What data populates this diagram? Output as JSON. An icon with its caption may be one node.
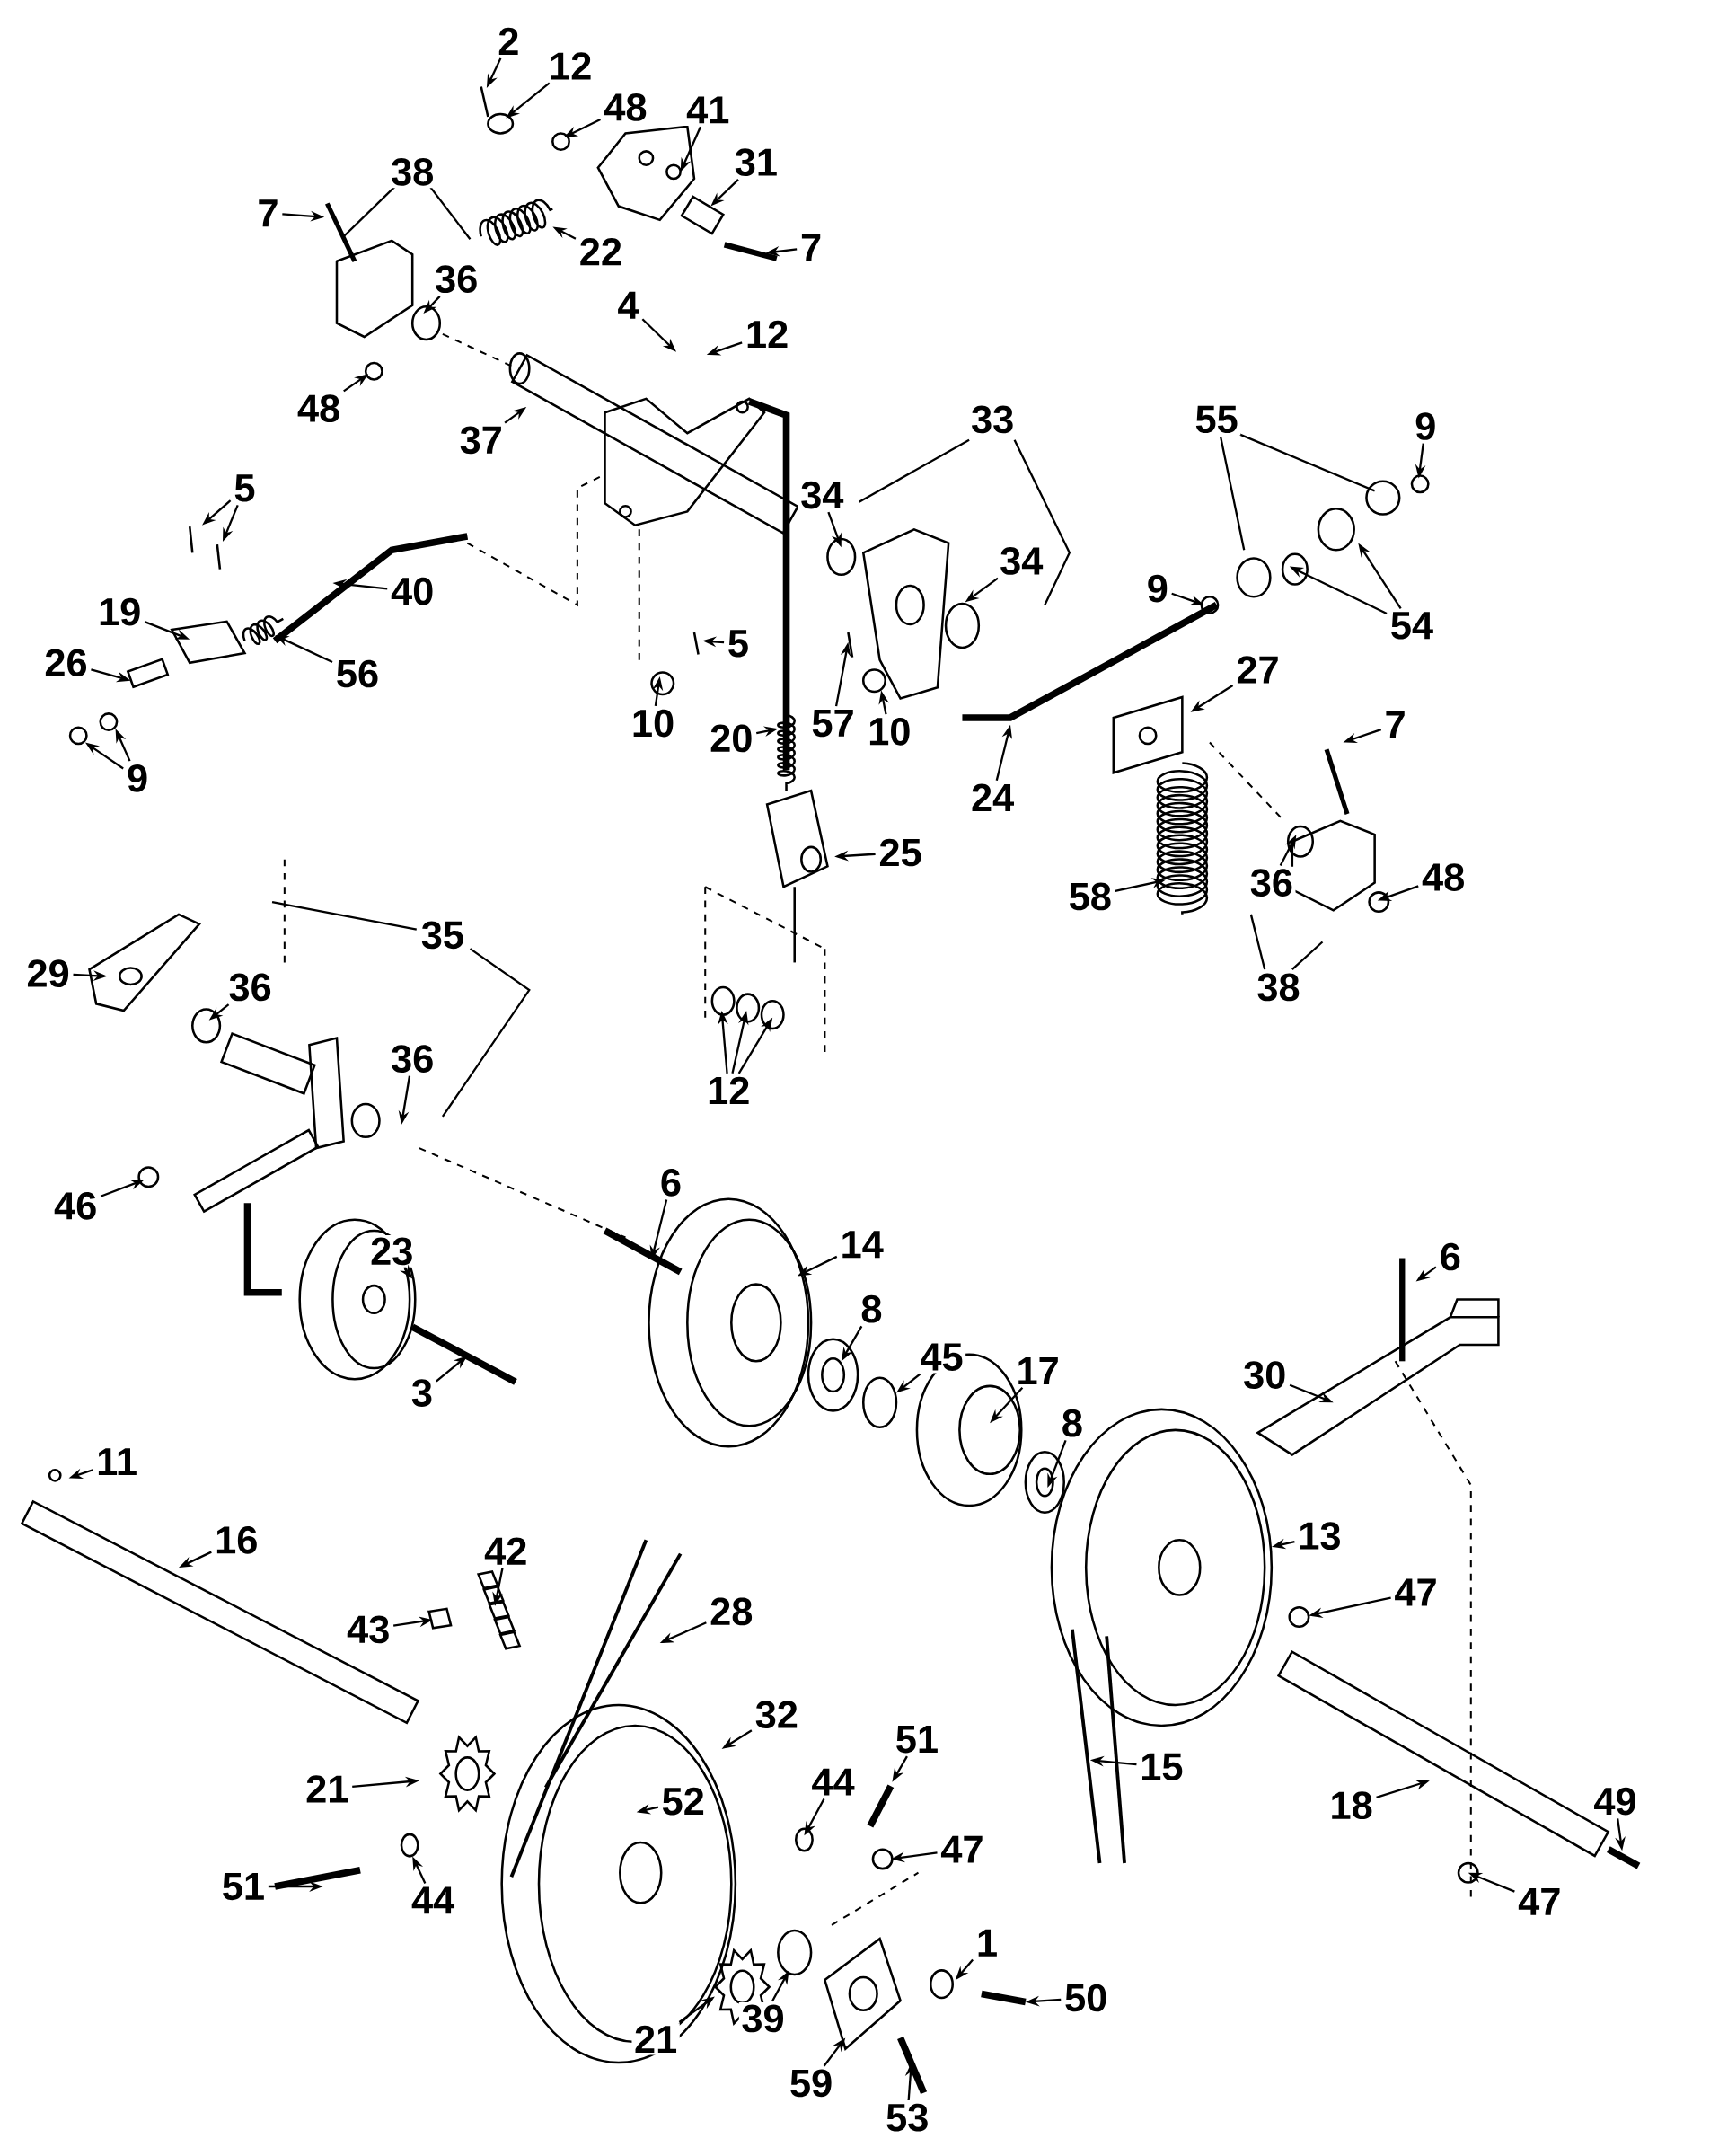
{
  "diagram": {
    "nodes": [
      {
        "text": [
          "2"
        ]
      },
      {
        "text": [
          "12"
        ]
      },
      {
        "text": [
          "48"
        ]
      },
      {
        "text": [
          "41"
        ]
      },
      {
        "text": [
          "31"
        ]
      },
      {
        "text": [
          "7"
        ]
      },
      {
        "text": [
          "22"
        ]
      },
      {
        "text": [
          "38"
        ]
      },
      {
        "text": [
          "7"
        ]
      },
      {
        "text": [
          "36"
        ]
      },
      {
        "text": [
          "48"
        ]
      },
      {
        "text": [
          "4"
        ]
      },
      {
        "text": [
          "12"
        ]
      },
      {
        "text": [
          "37"
        ]
      },
      {
        "text": [
          "33"
        ]
      },
      {
        "text": [
          "55"
        ]
      },
      {
        "text": [
          "9"
        ]
      },
      {
        "text": [
          "5"
        ]
      },
      {
        "text": [
          "40"
        ]
      },
      {
        "text": [
          "34"
        ]
      },
      {
        "text": [
          "34"
        ]
      },
      {
        "text": [
          "9"
        ]
      },
      {
        "text": [
          "54"
        ]
      },
      {
        "text": [
          "19"
        ]
      },
      {
        "text": [
          "56"
        ]
      },
      {
        "text": [
          "26"
        ]
      },
      {
        "text": [
          "5"
        ]
      },
      {
        "text": [
          "10"
        ]
      },
      {
        "text": [
          "57"
        ]
      },
      {
        "text": [
          "10"
        ]
      },
      {
        "text": [
          "27"
        ]
      },
      {
        "text": [
          "20"
        ]
      },
      {
        "text": [
          "9"
        ]
      },
      {
        "text": [
          "24"
        ]
      },
      {
        "text": [
          "7"
        ]
      },
      {
        "text": [
          "25"
        ]
      },
      {
        "text": [
          "58"
        ]
      },
      {
        "text": [
          "36"
        ]
      },
      {
        "text": [
          "48"
        ]
      },
      {
        "text": [
          "38"
        ]
      },
      {
        "text": [
          "29"
        ]
      },
      {
        "text": [
          "35"
        ]
      },
      {
        "text": [
          "36"
        ]
      },
      {
        "text": [
          "36"
        ]
      },
      {
        "text": [
          "12"
        ]
      },
      {
        "text": [
          "46"
        ]
      },
      {
        "text": [
          "6"
        ]
      },
      {
        "text": [
          "14"
        ]
      },
      {
        "text": [
          "23"
        ]
      },
      {
        "text": [
          "3"
        ]
      },
      {
        "text": [
          "8"
        ]
      },
      {
        "text": [
          "45"
        ]
      },
      {
        "text": [
          "17"
        ]
      },
      {
        "text": [
          "6"
        ]
      },
      {
        "text": [
          "30"
        ]
      },
      {
        "text": [
          "8"
        ]
      },
      {
        "text": [
          "11"
        ]
      },
      {
        "text": [
          "16"
        ]
      },
      {
        "text": [
          "42"
        ]
      },
      {
        "text": [
          "43"
        ]
      },
      {
        "text": [
          "28"
        ]
      },
      {
        "text": [
          "13"
        ]
      },
      {
        "text": [
          "47"
        ]
      },
      {
        "text": [
          "32"
        ]
      },
      {
        "text": [
          "51"
        ]
      },
      {
        "text": [
          "44"
        ]
      },
      {
        "text": [
          "15"
        ]
      },
      {
        "text": [
          "49"
        ]
      },
      {
        "text": [
          "18"
        ]
      },
      {
        "text": [
          "21"
        ]
      },
      {
        "text": [
          "52"
        ]
      },
      {
        "text": [
          "47"
        ]
      },
      {
        "text": [
          "51"
        ]
      },
      {
        "text": [
          "44"
        ]
      },
      {
        "text": [
          "47"
        ]
      },
      {
        "text": [
          "1"
        ]
      },
      {
        "text": [
          "50"
        ]
      },
      {
        "text": [
          "21"
        ]
      },
      {
        "text": [
          "39"
        ]
      },
      {
        "text": [
          "59"
        ]
      },
      {
        "text": [
          "53"
        ]
      }
    ],
    "edges": [
      {
        "from": 0,
        "to": null,
        "arrow": "to"
      },
      {
        "from": 1,
        "to": null,
        "arrow": "to"
      },
      {
        "from": 2,
        "to": null,
        "arrow": "to"
      },
      {
        "from": 3,
        "to": null,
        "arrow": "to"
      },
      {
        "from": 4,
        "to": null,
        "arrow": "to"
      },
      {
        "from": 5,
        "to": null,
        "arrow": "to"
      },
      {
        "from": 6,
        "to": null,
        "arrow": "to"
      },
      {
        "from": 8,
        "to": null,
        "arrow": "to"
      },
      {
        "from": 9,
        "to": null,
        "arrow": "to"
      },
      {
        "from": 10,
        "to": null,
        "arrow": "to"
      },
      {
        "from": 11,
        "to": null,
        "arrow": "to"
      },
      {
        "from": 12,
        "to": null,
        "arrow": "to"
      },
      {
        "from": 13,
        "to": null,
        "arrow": "to"
      },
      {
        "from": 16,
        "to": null,
        "arrow": "to"
      },
      {
        "from": 17,
        "to": null,
        "arrow": "to"
      },
      {
        "from": 17,
        "to": null,
        "arrow": "to"
      },
      {
        "from": 18,
        "to": null,
        "arrow": "to"
      },
      {
        "from": 19,
        "to": null,
        "arrow": "to"
      },
      {
        "from": 20,
        "to": null,
        "arrow": "to"
      },
      {
        "from": 21,
        "to": null,
        "arrow": "to"
      },
      {
        "from": 22,
        "to": null,
        "arrow": "to"
      },
      {
        "from": 22,
        "to": null,
        "arrow": "to"
      },
      {
        "from": 23,
        "to": null,
        "arrow": "to"
      },
      {
        "from": 24,
        "to": null,
        "arrow": "to"
      },
      {
        "from": 25,
        "to": null,
        "arrow": "to"
      },
      {
        "from": 26,
        "to": null,
        "arrow": "to"
      },
      {
        "from": 27,
        "to": null,
        "arrow": "to"
      },
      {
        "from": 28,
        "to": null,
        "arrow": "to"
      },
      {
        "from": 29,
        "to": null,
        "arrow": "to"
      },
      {
        "from": 30,
        "to": null,
        "arrow": "to"
      },
      {
        "from": 31,
        "to": null,
        "arrow": "to"
      },
      {
        "from": 32,
        "to": null,
        "arrow": "to"
      },
      {
        "from": 32,
        "to": null,
        "arrow": "to"
      },
      {
        "from": 33,
        "to": null,
        "arrow": "to"
      },
      {
        "from": 34,
        "to": null,
        "arrow": "to"
      },
      {
        "from": 35,
        "to": null,
        "arrow": "to"
      },
      {
        "from": 36,
        "to": null,
        "arrow": "to"
      },
      {
        "from": 37,
        "to": null,
        "arrow": "to"
      },
      {
        "from": 38,
        "to": null,
        "arrow": "to"
      },
      {
        "from": 40,
        "to": null,
        "arrow": "to"
      },
      {
        "from": 42,
        "to": null,
        "arrow": "to"
      },
      {
        "from": 43,
        "to": null,
        "arrow": "to"
      },
      {
        "from": 44,
        "to": null,
        "arrow": "to"
      },
      {
        "from": 44,
        "to": null,
        "arrow": "to"
      },
      {
        "from": 44,
        "to": null,
        "arrow": "to"
      },
      {
        "from": 45,
        "to": null,
        "arrow": "to"
      },
      {
        "from": 46,
        "to": null,
        "arrow": "to"
      },
      {
        "from": 47,
        "to": null,
        "arrow": "to"
      },
      {
        "from": 48,
        "to": null,
        "arrow": "to"
      },
      {
        "from": 49,
        "to": null,
        "arrow": "to"
      },
      {
        "from": 50,
        "to": null,
        "arrow": "to"
      },
      {
        "from": 51,
        "to": null,
        "arrow": "to"
      },
      {
        "from": 52,
        "to": null,
        "arrow": "to"
      },
      {
        "from": 53,
        "to": null,
        "arrow": "to"
      },
      {
        "from": 54,
        "to": null,
        "arrow": "to"
      },
      {
        "from": 55,
        "to": null,
        "arrow": "to"
      },
      {
        "from": 56,
        "to": null,
        "arrow": "to"
      },
      {
        "from": 57,
        "to": null,
        "arrow": "to"
      },
      {
        "from": 58,
        "to": null,
        "arrow": "to"
      },
      {
        "from": 59,
        "to": null,
        "arrow": "to"
      },
      {
        "from": 60,
        "to": null,
        "arrow": "to"
      },
      {
        "from": 61,
        "to": null,
        "arrow": "to"
      },
      {
        "from": 62,
        "to": null,
        "arrow": "to"
      },
      {
        "from": 63,
        "to": null,
        "arrow": "to"
      },
      {
        "from": 64,
        "to": null,
        "arrow": "to"
      },
      {
        "from": 65,
        "to": null,
        "arrow": "to"
      },
      {
        "from": 66,
        "to": null,
        "arrow": "to"
      },
      {
        "from": 67,
        "to": null,
        "arrow": "to"
      },
      {
        "from": 68,
        "to": null,
        "arrow": "to"
      },
      {
        "from": 69,
        "to": null,
        "arrow": "to"
      },
      {
        "from": 70,
        "to": null,
        "arrow": "to"
      },
      {
        "from": 71,
        "to": null,
        "arrow": "to"
      },
      {
        "from": 72,
        "to": null,
        "arrow": "to"
      },
      {
        "from": 73,
        "to": null,
        "arrow": "to"
      },
      {
        "from": 74,
        "to": null,
        "arrow": "to"
      },
      {
        "from": 75,
        "to": null,
        "arrow": "to"
      },
      {
        "from": 76,
        "to": null,
        "arrow": "to"
      },
      {
        "from": 77,
        "to": null,
        "arrow": "to"
      },
      {
        "from": 78,
        "to": null,
        "arrow": "to"
      },
      {
        "from": 79,
        "to": null,
        "arrow": "to"
      },
      {
        "from": 80,
        "to": null,
        "arrow": "to"
      }
    ]
  }
}
